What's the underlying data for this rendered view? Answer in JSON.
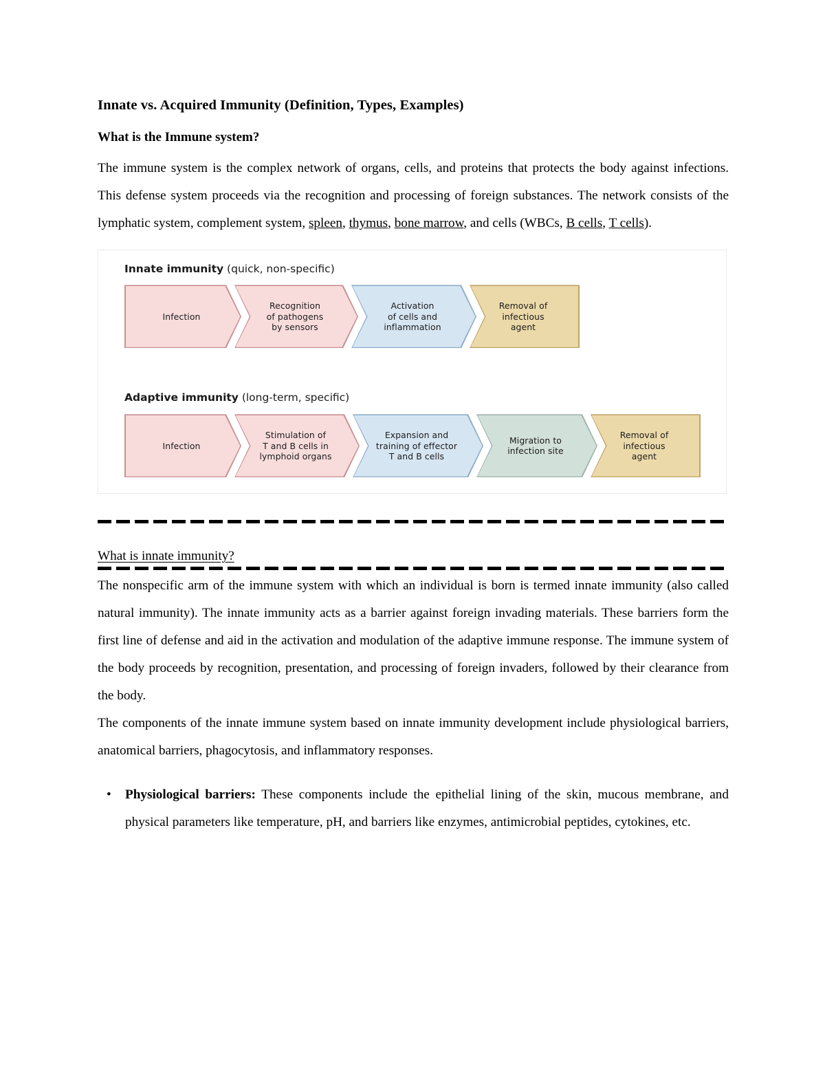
{
  "document": {
    "title": "Innate vs. Acquired Immunity (Definition, Types, Examples)",
    "section_heading": "What is the Immune system?",
    "intro_paragraph": {
      "part1": "The immune system is the complex network of organs, cells, and proteins that protects the body against infections. This defense system proceeds via the recognition and processing of foreign substances. The network consists of the lymphatic system, complement system, ",
      "link_spleen": "spleen",
      "sep1": ", ",
      "link_thymus": "thymus",
      "sep2": ", ",
      "link_bone_marrow": "bone marrow",
      "part2": ", and cells (WBCs, ",
      "link_b_cells": "B cells",
      "sep3": ", ",
      "link_t_cells": "T cells",
      "part3": ")."
    },
    "question_heading": "What is innate immunity?",
    "innate_paragraph": "The nonspecific arm of the immune system with which an individual is born is termed innate immunity (also called natural immunity). The innate immunity acts as a barrier against foreign invading materials. These barriers form the first line of defense and aid in the activation and modulation of the adaptive immune response. The immune system of the body proceeds by recognition, presentation, and processing of foreign invaders, followed by their clearance from the body.",
    "components_paragraph": "The components of the innate immune system based on innate immunity development include physiological barriers, anatomical barriers, phagocytosis, and inflammatory responses.",
    "bullets": [
      {
        "marker": "•",
        "term": "Physiological barriers:",
        "text": " These components include the epithelial lining of the skin, mucous membrane, and physical parameters like temperature, pH, and barriers like enzymes, antimicrobial peptides, cytokines, etc."
      }
    ]
  },
  "figure": {
    "innate": {
      "label_bold": "Innate immunity",
      "label_rest": " (quick, non-specific)",
      "steps": [
        {
          "text": "Infection",
          "color": "#f8dcdc"
        },
        {
          "text": "Recognition\nof pathogens\nby sensors",
          "color": "#f8dcdc"
        },
        {
          "text": "Activation\nof cells and\ninflammation",
          "color": "#d6e5f2"
        },
        {
          "text": "Removal of\ninfectious\nagent",
          "color": "#ecd9a9"
        }
      ]
    },
    "adaptive": {
      "label_bold": "Adaptive immunity",
      "label_rest": " (long-term, specific)",
      "steps": [
        {
          "text": "Infection",
          "color": "#f8dcdc"
        },
        {
          "text": "Stimulation of\nT and B cells in\nlymphoid organs",
          "color": "#f8dcdc"
        },
        {
          "text": "Expansion and\ntraining of effector\nT and B cells",
          "color": "#d6e5f2"
        },
        {
          "text": "Migration to\ninfection site",
          "color": "#d2e0da"
        },
        {
          "text": "Removal of\ninfectious\nagent",
          "color": "#ecd9a9"
        }
      ]
    }
  },
  "colors": {
    "pink_fill": "#f8dcdc",
    "pink_border": "#c98f93",
    "blue_fill": "#d6e5f2",
    "blue_border": "#8fadc9",
    "tan_fill": "#ecd9a9",
    "tan_border": "#c0a368",
    "green_fill": "#d2e0da",
    "green_border": "#9eb5ad"
  }
}
